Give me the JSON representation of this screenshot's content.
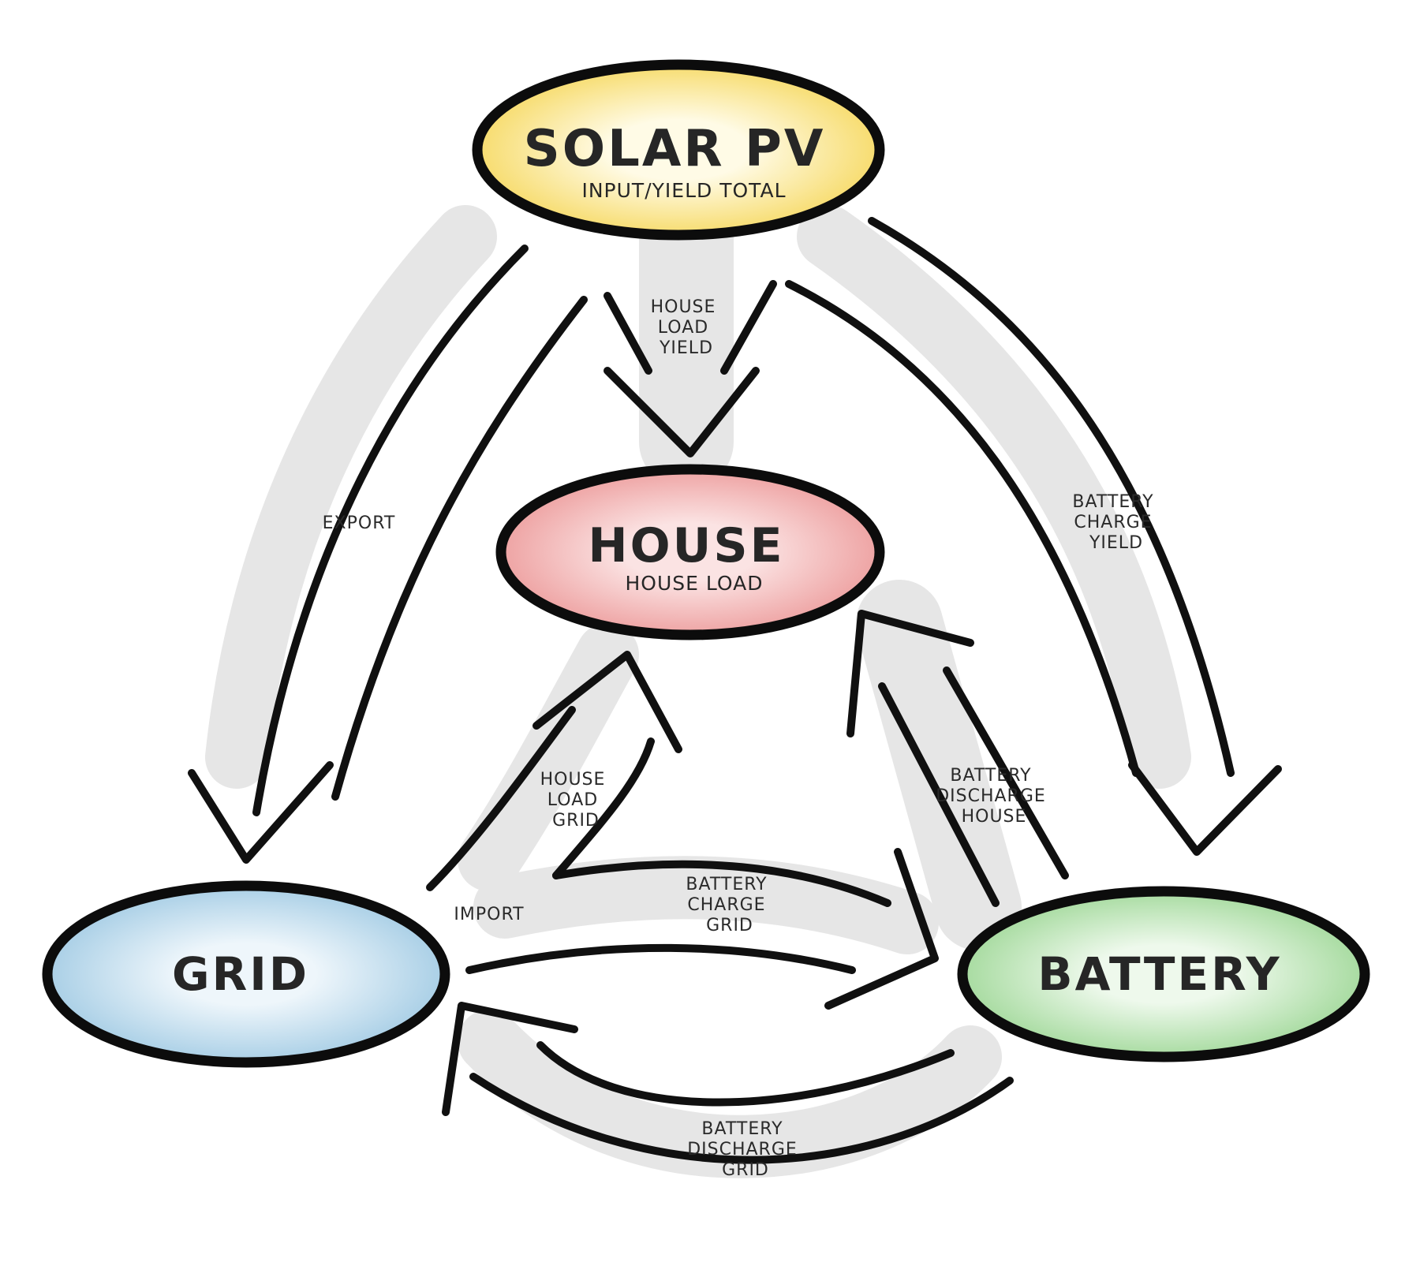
{
  "nodes": {
    "solar": {
      "title": "SOLAR PV",
      "subtitle": "INPUT/YIELD TOTAL",
      "color": "#f7dc6e"
    },
    "house": {
      "title": "HOUSE",
      "subtitle": "HOUSE LOAD",
      "color": "#eea3a3"
    },
    "grid": {
      "title": "GRID",
      "subtitle": "",
      "color": "#a9cfe6"
    },
    "battery": {
      "title": "BATTERY",
      "subtitle": "",
      "color": "#a7dba0"
    }
  },
  "flows": {
    "house_load_yield": [
      "HOUSE",
      "LOAD",
      "YIELD"
    ],
    "export": [
      "EXPORT"
    ],
    "battery_charge_yield": [
      "BATTERY",
      "CHARGE",
      "YIELD"
    ],
    "house_load_grid": [
      "HOUSE",
      "LOAD",
      "GRID"
    ],
    "import": [
      "IMPORT"
    ],
    "battery_charge_grid": [
      "BATTERY",
      "CHARGE",
      "GRID"
    ],
    "battery_discharge_house": [
      "BATTERY",
      "DISCHARGE",
      "HOUSE"
    ],
    "battery_discharge_grid": [
      "BATTERY",
      "DISCHARGE",
      "GRID"
    ]
  }
}
